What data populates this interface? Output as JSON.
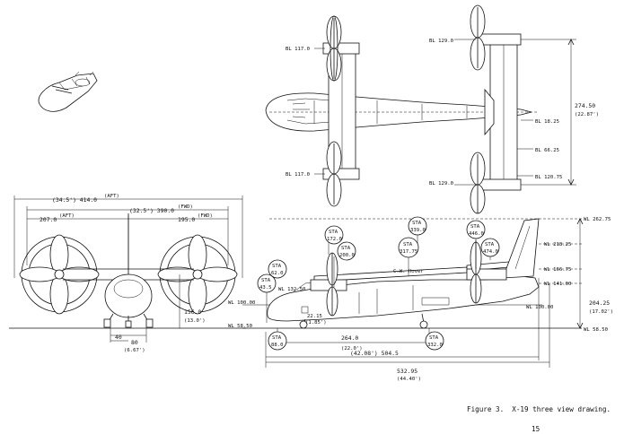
{
  "caption": "Figure 3.  X-19 three view drawing.",
  "page_number": "15",
  "plan_view": {
    "buttock_lines": [
      "BL 117.0",
      "BL 129.0",
      "BL 117.0",
      "BL 129.0",
      "BL 18.25",
      "BL 66.25",
      "BL 120.75"
    ],
    "width_dim": "274.50",
    "width_dim_ft": "(22.87')"
  },
  "front_view": {
    "span_total": "(34.5') 414.0",
    "span_total_note": "(AFT)",
    "span_fwd": "(32.5') 390.0",
    "span_fwd_note": "(FWD)",
    "half_aft": "207.0",
    "half_aft_note": "(AFT)",
    "half_fwd": "195.0",
    "half_fwd_note": "(FWD)",
    "height": "156.0",
    "height_ft": "(13.0')",
    "tread_inner": "40",
    "tread": "80",
    "tread_ft": "(6.67')"
  },
  "side_view": {
    "stations": [
      {
        "label": "STA",
        "value": "43.5"
      },
      {
        "label": "STA",
        "value": "62.0"
      },
      {
        "label": "STA",
        "value": "88.0"
      },
      {
        "label": "STA",
        "value": "172.0"
      },
      {
        "label": "STA",
        "value": "200.0"
      },
      {
        "label": "STA",
        "value": "317.75"
      },
      {
        "label": "STA",
        "value": "339.0"
      },
      {
        "label": "STA",
        "value": "332.0"
      },
      {
        "label": "STA",
        "value": "446.0"
      },
      {
        "label": "STA",
        "value": "474.0"
      }
    ],
    "waterlines": [
      "WL 262.75",
      "WL 218.25",
      "WL 166.75",
      "WL 141.00",
      "WL 100.00",
      "WL 58.50",
      "WL 132.50",
      "WL 100.00",
      "WL 58.50"
    ],
    "cg_label": "C.W. Hover",
    "dim_2215": "22.15",
    "dim_2215_ft": "(1.85')",
    "wheelbase": "264.0",
    "wheelbase_ft": "(22.0')",
    "length_504": "(42.08') 504.5",
    "length_532": "532.95",
    "length_532_ft": "(44.40')",
    "height_dim": "204.25",
    "height_dim_ft": "(17.02')"
  }
}
